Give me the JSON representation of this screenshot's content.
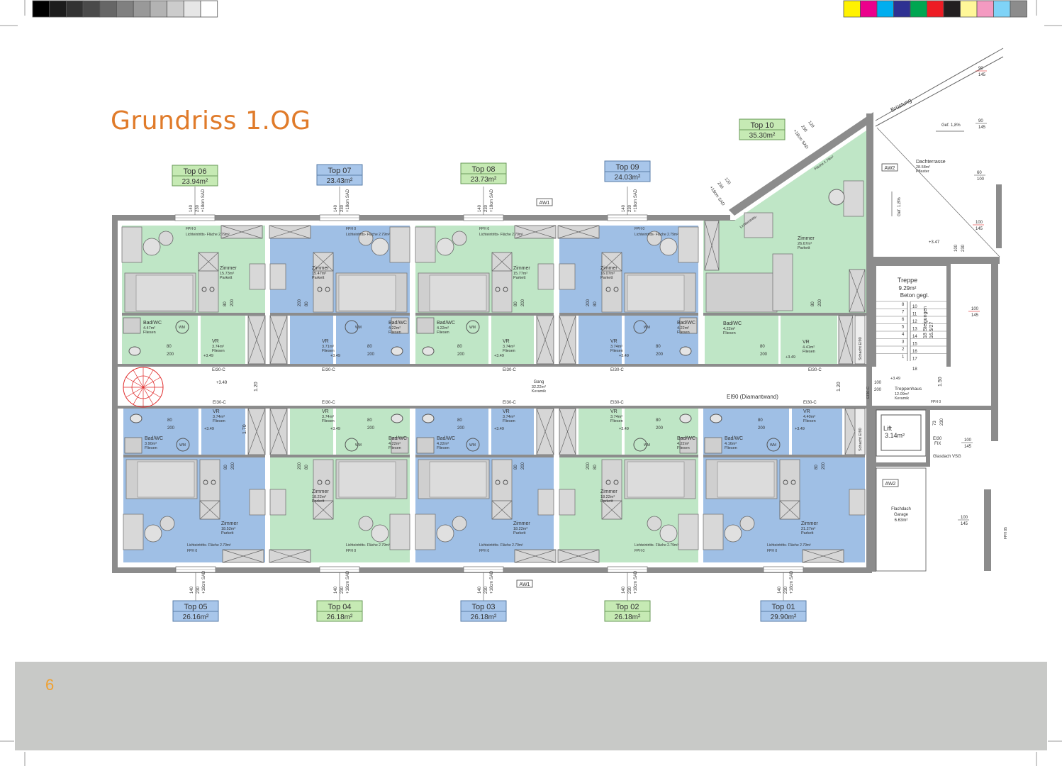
{
  "page": {
    "title": "Grundriss 1.OG",
    "page_number": "6"
  },
  "color_bars": {
    "grayscale": [
      "#000000",
      "#1c1c1c",
      "#333333",
      "#4a4a4a",
      "#666666",
      "#808080",
      "#999999",
      "#b3b3b3",
      "#cccccc",
      "#e6e6e6",
      "#ffffff"
    ],
    "process": [
      "#fff200",
      "#ec008c",
      "#00aeef",
      "#2e3192",
      "#00a651",
      "#ed1c24",
      "#231f20",
      "#fff799",
      "#f49ac1",
      "#7fd3f7",
      "#8c8c8c"
    ]
  },
  "colors": {
    "green_unit": "#bfe6c6",
    "blue_unit": "#9fbfe5",
    "green_tag": "#c6eab4",
    "blue_tag": "#a8c6ea",
    "wall": "#8c8c8c",
    "accent": "#e07b2a"
  },
  "units": [
    {
      "id": "top-06",
      "label": "Top 06",
      "area": "23.94m²",
      "color": "green",
      "row": "top",
      "zimmer": "15.73m²",
      "bad": "4.47m²",
      "vr": "3.74m²"
    },
    {
      "id": "top-07",
      "label": "Top 07",
      "area": "23.43m²",
      "color": "blue",
      "row": "top",
      "zimmer": "15.47m²",
      "bad": "4.22m²",
      "vr": "3.71m²"
    },
    {
      "id": "top-08",
      "label": "Top 08",
      "area": "23.73m²",
      "color": "green",
      "row": "top",
      "zimmer": "15.77m²",
      "bad": "4.22m²",
      "vr": "3.74m²"
    },
    {
      "id": "top-09",
      "label": "Top 09",
      "area": "24.03m²",
      "color": "blue",
      "row": "top",
      "zimmer": "16.07m²",
      "bad": "4.22m²",
      "vr": "3.74m²"
    },
    {
      "id": "top-10",
      "label": "Top 10",
      "area": "35.30m²",
      "color": "green",
      "row": "top",
      "zimmer": "26.67m²",
      "bad": "4.22m²",
      "vr": "4.41m²"
    },
    {
      "id": "top-05",
      "label": "Top 05",
      "area": "26.16m²",
      "color": "blue",
      "row": "bottom",
      "zimmer": "18.52m²",
      "bad": "3.90m²",
      "vr": "3.74m²"
    },
    {
      "id": "top-04",
      "label": "Top 04",
      "area": "26.18m²",
      "color": "green",
      "row": "bottom",
      "zimmer": "18.22m²",
      "bad": "4.22m²",
      "vr": "3.74m²"
    },
    {
      "id": "top-03",
      "label": "Top 03",
      "area": "26.18m²",
      "color": "blue",
      "row": "bottom",
      "zimmer": "18.22m²",
      "bad": "4.22m²",
      "vr": "3.74m²"
    },
    {
      "id": "top-02",
      "label": "Top 02",
      "area": "26.18m²",
      "color": "green",
      "row": "bottom",
      "zimmer": "18.22m²",
      "bad": "4.22m²",
      "vr": "3.74m²"
    },
    {
      "id": "top-01",
      "label": "Top 01",
      "area": "29.90m²",
      "color": "blue",
      "row": "bottom",
      "zimmer": "21.27m²",
      "bad": "4.16m²",
      "vr": "4.40m²"
    }
  ],
  "room_text": {
    "zimmer": "Zimmer",
    "parkett": "Parkett",
    "bad": "Bad/WC",
    "fliesen": "Fliesen",
    "vr": "VR",
    "wm": "WM",
    "licht": "Lichteintritts-",
    "licht2": "Fläche 2.79m²",
    "fph": "FPH 0",
    "door_fire": "EI30-C",
    "door_w": "80",
    "door_h": "200",
    "level": "+3.49",
    "win_w": "140",
    "win_h": "230",
    "win_sad": "+18cm SAD",
    "win_w_top10": "120"
  },
  "common": {
    "gang": {
      "name": "Gang",
      "area": "32.22m²",
      "floor": "Keramik"
    },
    "corridor_width": "1.20",
    "corridor_width_2": "1.70",
    "fire_wall": "EI90 (Diamantwand)",
    "treppe": {
      "name": "Treppe",
      "area": "9.29m²",
      "floor": "Beton gegl."
    },
    "steps": [
      "1",
      "2",
      "3",
      "4",
      "5",
      "6",
      "7",
      "8",
      "10",
      "11",
      "12",
      "13",
      "14",
      "15",
      "16",
      "17",
      "18"
    ],
    "steigungen": "18 Steigungen",
    "steigungen_dim": "16.5/27",
    "treppenhaus": {
      "name": "Treppenhaus",
      "area": "12.09m²",
      "floor": "Keramik"
    },
    "treppenhaus_door_w": "100",
    "treppenhaus_door_h": "200",
    "landing": "1.50",
    "lift": {
      "name": "Lift",
      "area": "3.14m²"
    },
    "schacht": "Schacht EI90",
    "dachterrasse": {
      "name": "Dachterrasse",
      "area": "28.58m²",
      "floor": "Pflaster"
    },
    "bruestung": "Brüstung",
    "gefaelle": "Gef. 1,8%",
    "terrace_level": "+3.47",
    "flachdach": {
      "name": "Flachdach",
      "sub": "Garage",
      "area": "6.63m²"
    },
    "glasdach": "Glasdach VSG",
    "ei30_fix": "EI30",
    "fix": "FIX",
    "fix_w": "73",
    "fix_h": "230",
    "aw1": "AW1",
    "aw2": "AW2",
    "window_sizes": [
      {
        "w": "90",
        "h": "145"
      },
      {
        "w": "90",
        "h": "145"
      },
      {
        "w": "60",
        "h": "100"
      },
      {
        "w": "100",
        "h": "145"
      },
      {
        "w": "100",
        "h": "145"
      },
      {
        "w": "100",
        "h": "145"
      },
      {
        "w": "100",
        "h": "145"
      }
    ],
    "stair_window": {
      "w": "100",
      "h": "230"
    },
    "fph_small": "FPH 85"
  }
}
